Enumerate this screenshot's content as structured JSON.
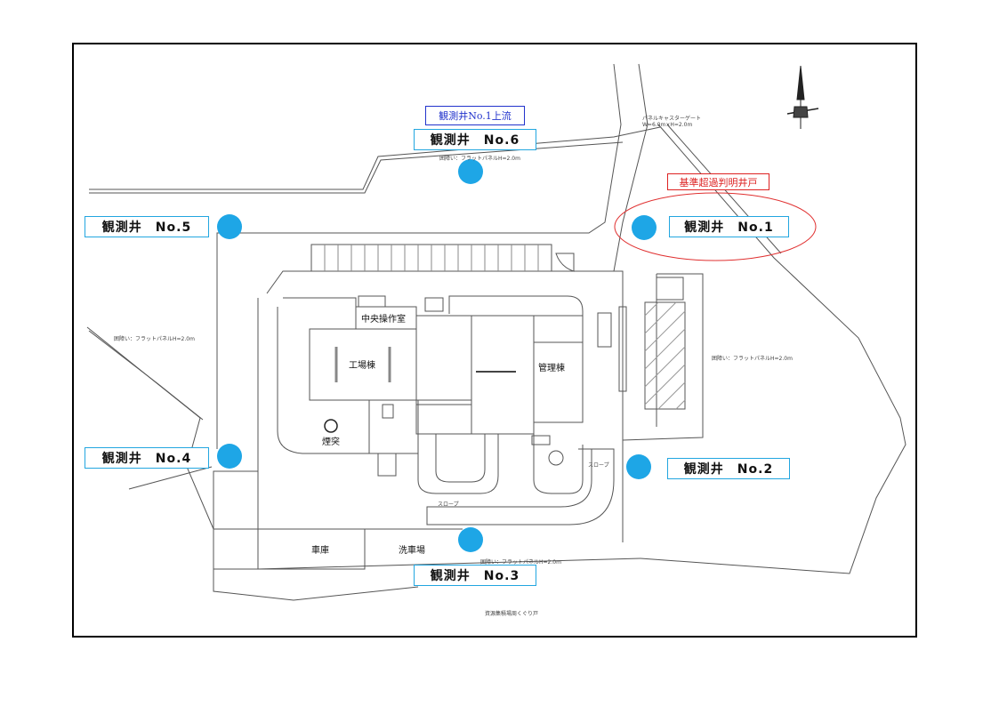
{
  "wells": [
    {
      "id": "no1",
      "label": "観測井　No.1"
    },
    {
      "id": "no2",
      "label": "観測井　No.2"
    },
    {
      "id": "no3",
      "label": "観測井　No.3"
    },
    {
      "id": "no4",
      "label": "観測井　No.4"
    },
    {
      "id": "no5",
      "label": "観測井　No.5"
    },
    {
      "id": "no6",
      "label": "観測井　No.6"
    }
  ],
  "annotations": {
    "upstream_note": "観測井No.1上流",
    "exceedance_note": "基準超過判明井戸"
  },
  "buildings": {
    "central_control_room": "中央操作室",
    "factory_building": "工場棟",
    "admin_building": "管理棟",
    "chimney": "煙突",
    "garage": "車庫",
    "car_wash": "洗車場"
  },
  "small_labels": {
    "gate": "パネルキャスターゲート",
    "gate_size": "W=6.0m×H=2.0m",
    "fence_north": "囲障い：フラットパネルH=2.0m",
    "fence_west": "囲障い：フラットパネルH=2.0m",
    "fence_east": "囲障い：フラットパネルH=2.0m",
    "fence_south": "囲障い：フラットパネルH=2.0m",
    "slope_east": "スロープ",
    "slope_south": "スロープ",
    "gate_south": "資源集積場周くぐり戸"
  },
  "colors": {
    "well_marker": "#1ea6e6",
    "label_border": "#22a6e0",
    "note_blue": "#2233cc",
    "note_red": "#dd2222"
  },
  "icons": [
    "north-arrow-icon"
  ]
}
